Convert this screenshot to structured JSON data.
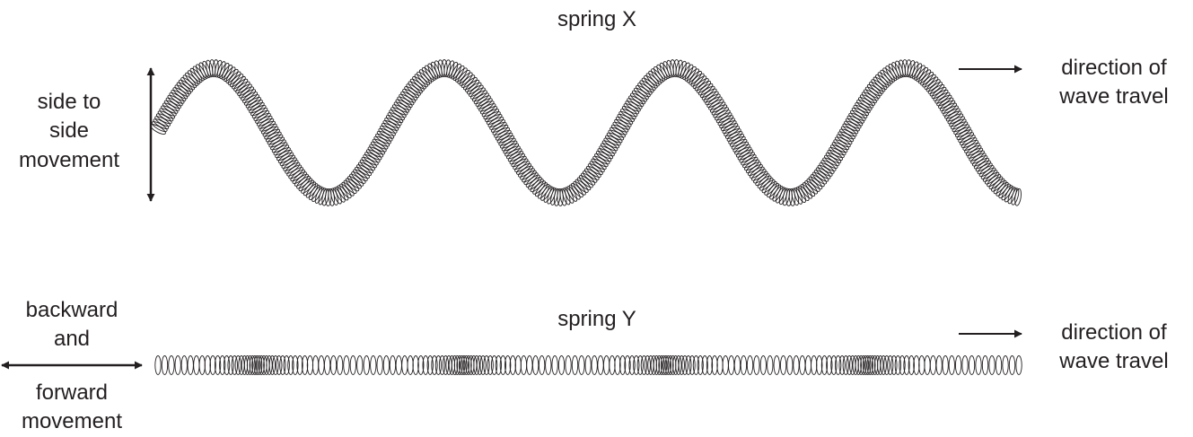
{
  "spring_x": {
    "title": "spring X",
    "movement_label": [
      "side to",
      "side",
      "movement"
    ],
    "direction_label": [
      "direction of",
      "wave travel"
    ]
  },
  "spring_y": {
    "title": "spring Y",
    "movement_label": [
      "backward",
      "and",
      "forward",
      "movement"
    ],
    "direction_label": [
      "direction of",
      "wave travel"
    ]
  }
}
